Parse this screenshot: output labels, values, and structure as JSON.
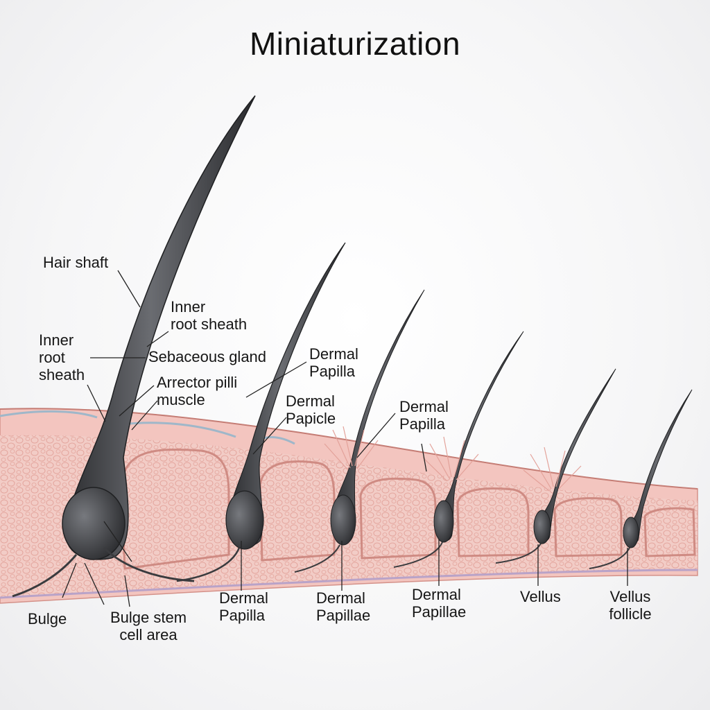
{
  "title": "Miniaturization",
  "colors": {
    "skin_top": "#f3c3bd",
    "skin_dermis": "#f1c7c0",
    "skin_cells": "#e6a8a1",
    "skin_edge": "#c9857e",
    "sheath_blue": "#9fb7c9",
    "hair": "#3c3d40",
    "hair_highlight": "#6f7176"
  },
  "labels": {
    "hair_shaft": "Hair shaft",
    "inner_root_sheath_top": "Inner\nroot sheath",
    "inner_root_sheath_left": "Inner\nroot\nsheath",
    "sebaceous_gland": "Sebaceous gland",
    "arrector_pili_muscle": "Arrector pilli\nmuscle",
    "dermal_papilla_upper_1": "Dermal\nPapilla",
    "dermal_papicle": "Dermal\nPapicle",
    "dermal_papilla_upper_2": "Dermal\nPapilla",
    "bulge": "Bulge",
    "bulge_stem_cell_area": "Bulge stem\ncell area",
    "dermal_papilla_bottom": "Dermal\nPapilla",
    "dermal_papillae_bottom_1": "Dermal\nPapillae",
    "dermal_papillae_bottom_2": "Dermal\nPapillae",
    "vellus": "Vellus",
    "vellus_follicle": "Vellus\nfollicle"
  },
  "follicle_icons": [
    "terminal-hair-icon",
    "miniaturizing-hair-icon",
    "miniaturizing-hair-icon",
    "miniaturizing-hair-icon",
    "vellus-hair-icon",
    "vellus-hair-icon"
  ]
}
